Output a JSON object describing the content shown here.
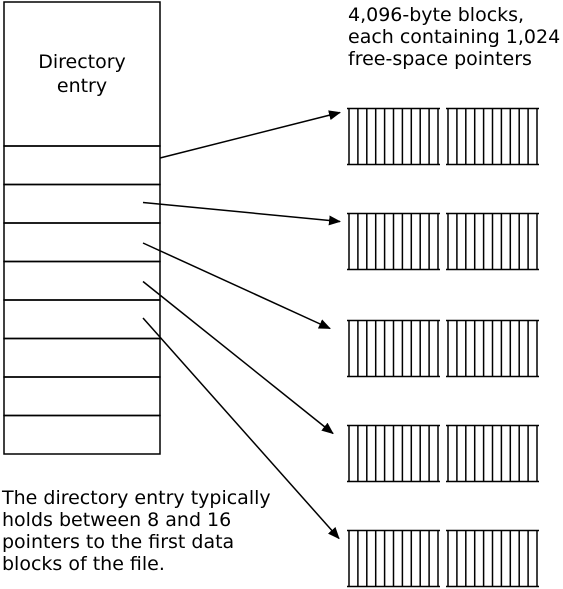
{
  "directory_entry": {
    "label_lines": [
      "Directory",
      "entry"
    ]
  },
  "blocks_caption": {
    "lines": [
      "4,096-byte blocks,",
      "each containing 1,024",
      "free-space pointers"
    ]
  },
  "bottom_caption": {
    "lines": [
      "The directory entry typically",
      "holds between 8 and 16",
      "pointers to the first data",
      "blocks of the file."
    ]
  },
  "structure": {
    "pointer_slots": 8,
    "block_rows": 5,
    "blocks_per_row": 2,
    "arrows": [
      {
        "from_slot": 0,
        "to_row": 0
      },
      {
        "from_slot": 1,
        "to_row": 1
      },
      {
        "from_slot": 2,
        "to_row": 2
      },
      {
        "from_slot": 3,
        "to_row": 3
      },
      {
        "from_slot": 4,
        "to_row": 4
      }
    ]
  },
  "colors": {
    "line": "#000000",
    "background": "#ffffff"
  }
}
